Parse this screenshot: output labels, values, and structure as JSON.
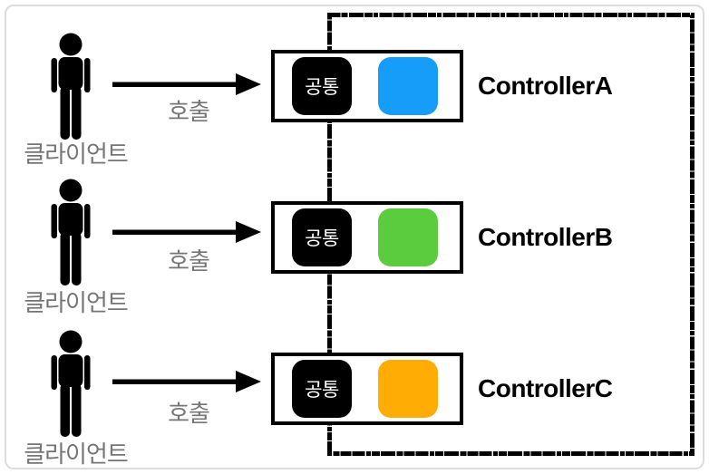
{
  "colors": {
    "frame_border": "#dcdcdc",
    "container_border": "#000000",
    "muted_text": "#757575",
    "common_chip_bg": "#000000",
    "common_chip_text": "#ffffff"
  },
  "rows": [
    {
      "client_label": "클라이언트",
      "arrow_label": "호출",
      "common_label": "공통",
      "module_color": "#169CF9",
      "controller_name": "ControllerA"
    },
    {
      "client_label": "클라이언트",
      "arrow_label": "호출",
      "common_label": "공통",
      "module_color": "#5BCC3E",
      "controller_name": "ControllerB"
    },
    {
      "client_label": "클라이언트",
      "arrow_label": "호출",
      "common_label": "공통",
      "module_color": "#FFAD05",
      "controller_name": "ControllerC"
    }
  ]
}
